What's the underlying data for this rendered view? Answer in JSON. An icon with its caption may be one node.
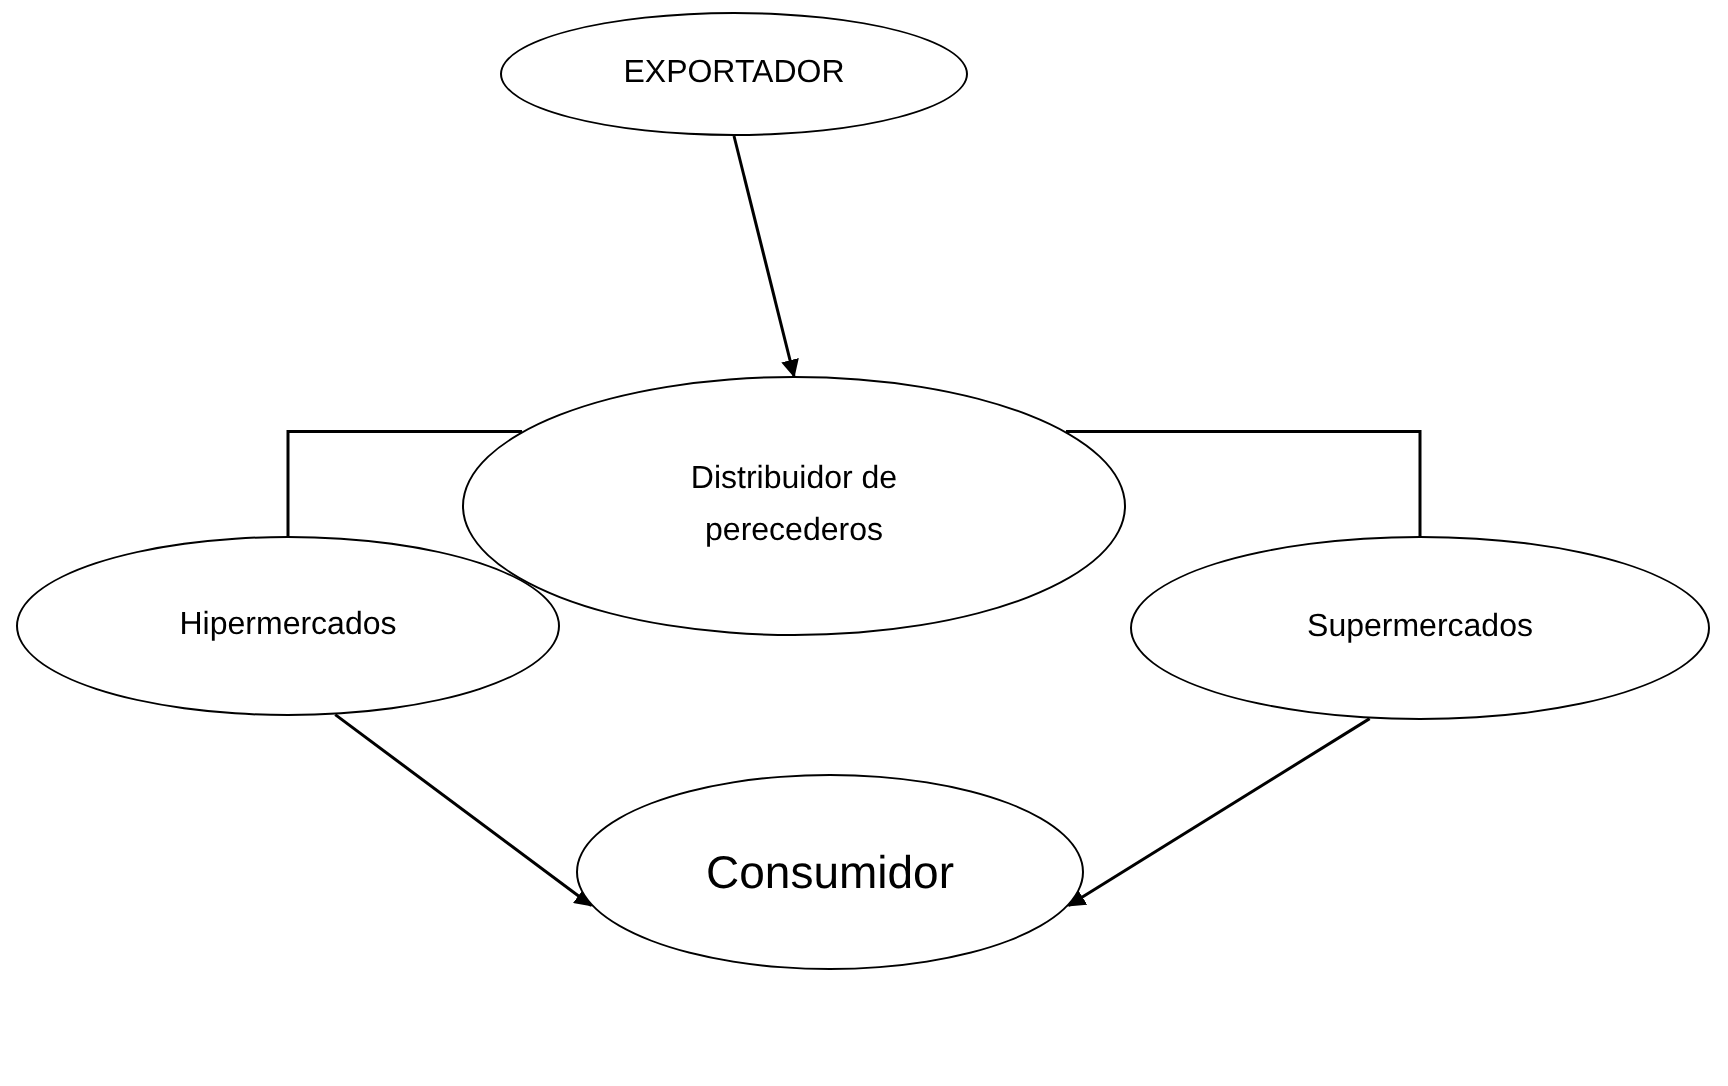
{
  "diagram": {
    "nodes": [
      {
        "text": [
          "EXPORTADOR"
        ]
      },
      {
        "text": [
          "Distribuidor de perecederos"
        ]
      },
      {
        "text": [
          "Hipermercados"
        ]
      },
      {
        "text": [
          "Supermercados"
        ]
      },
      {
        "text": [
          "Consumidor"
        ]
      }
    ],
    "edges": [
      {
        "from": 0,
        "to": 1,
        "arrow": "to"
      },
      {
        "from": 1,
        "to": 2,
        "arrow": "none"
      },
      {
        "from": 1,
        "to": 3,
        "arrow": "none"
      },
      {
        "from": 2,
        "to": 4,
        "arrow": "to"
      },
      {
        "from": 3,
        "to": 4,
        "arrow": "to"
      }
    ]
  }
}
